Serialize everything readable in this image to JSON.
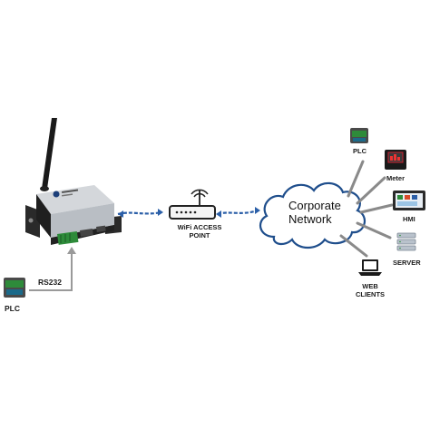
{
  "diagram": {
    "gateway_device": {
      "icon": "industrial-wifi-gateway-icon"
    },
    "access_point": {
      "label_line1": "WiFi ACCESS",
      "label_line2": "POINT",
      "icon": "wifi-router-icon"
    },
    "cloud": {
      "line1": "Corporate",
      "line2": "Network",
      "icon": "cloud-icon"
    },
    "serial_link": {
      "label": "RS232"
    },
    "local_plc": {
      "label": "PLC",
      "icon": "plc-icon"
    },
    "network_nodes": [
      {
        "label": "PLC",
        "icon": "plc-icon"
      },
      {
        "label": "Meter",
        "icon": "power-meter-icon"
      },
      {
        "label": "HMI",
        "icon": "hmi-panel-icon"
      },
      {
        "label": "SERVER",
        "icon": "server-icon"
      },
      {
        "label_line1": "WEB",
        "label_line2": "CLIENTS",
        "icon": "laptop-icon"
      }
    ],
    "colors": {
      "link_blue": "#2b5fa8",
      "device_green": "#2e8b3a",
      "cloud_stroke": "#1f4e8c",
      "line_gray": "#8a8a8a"
    }
  }
}
